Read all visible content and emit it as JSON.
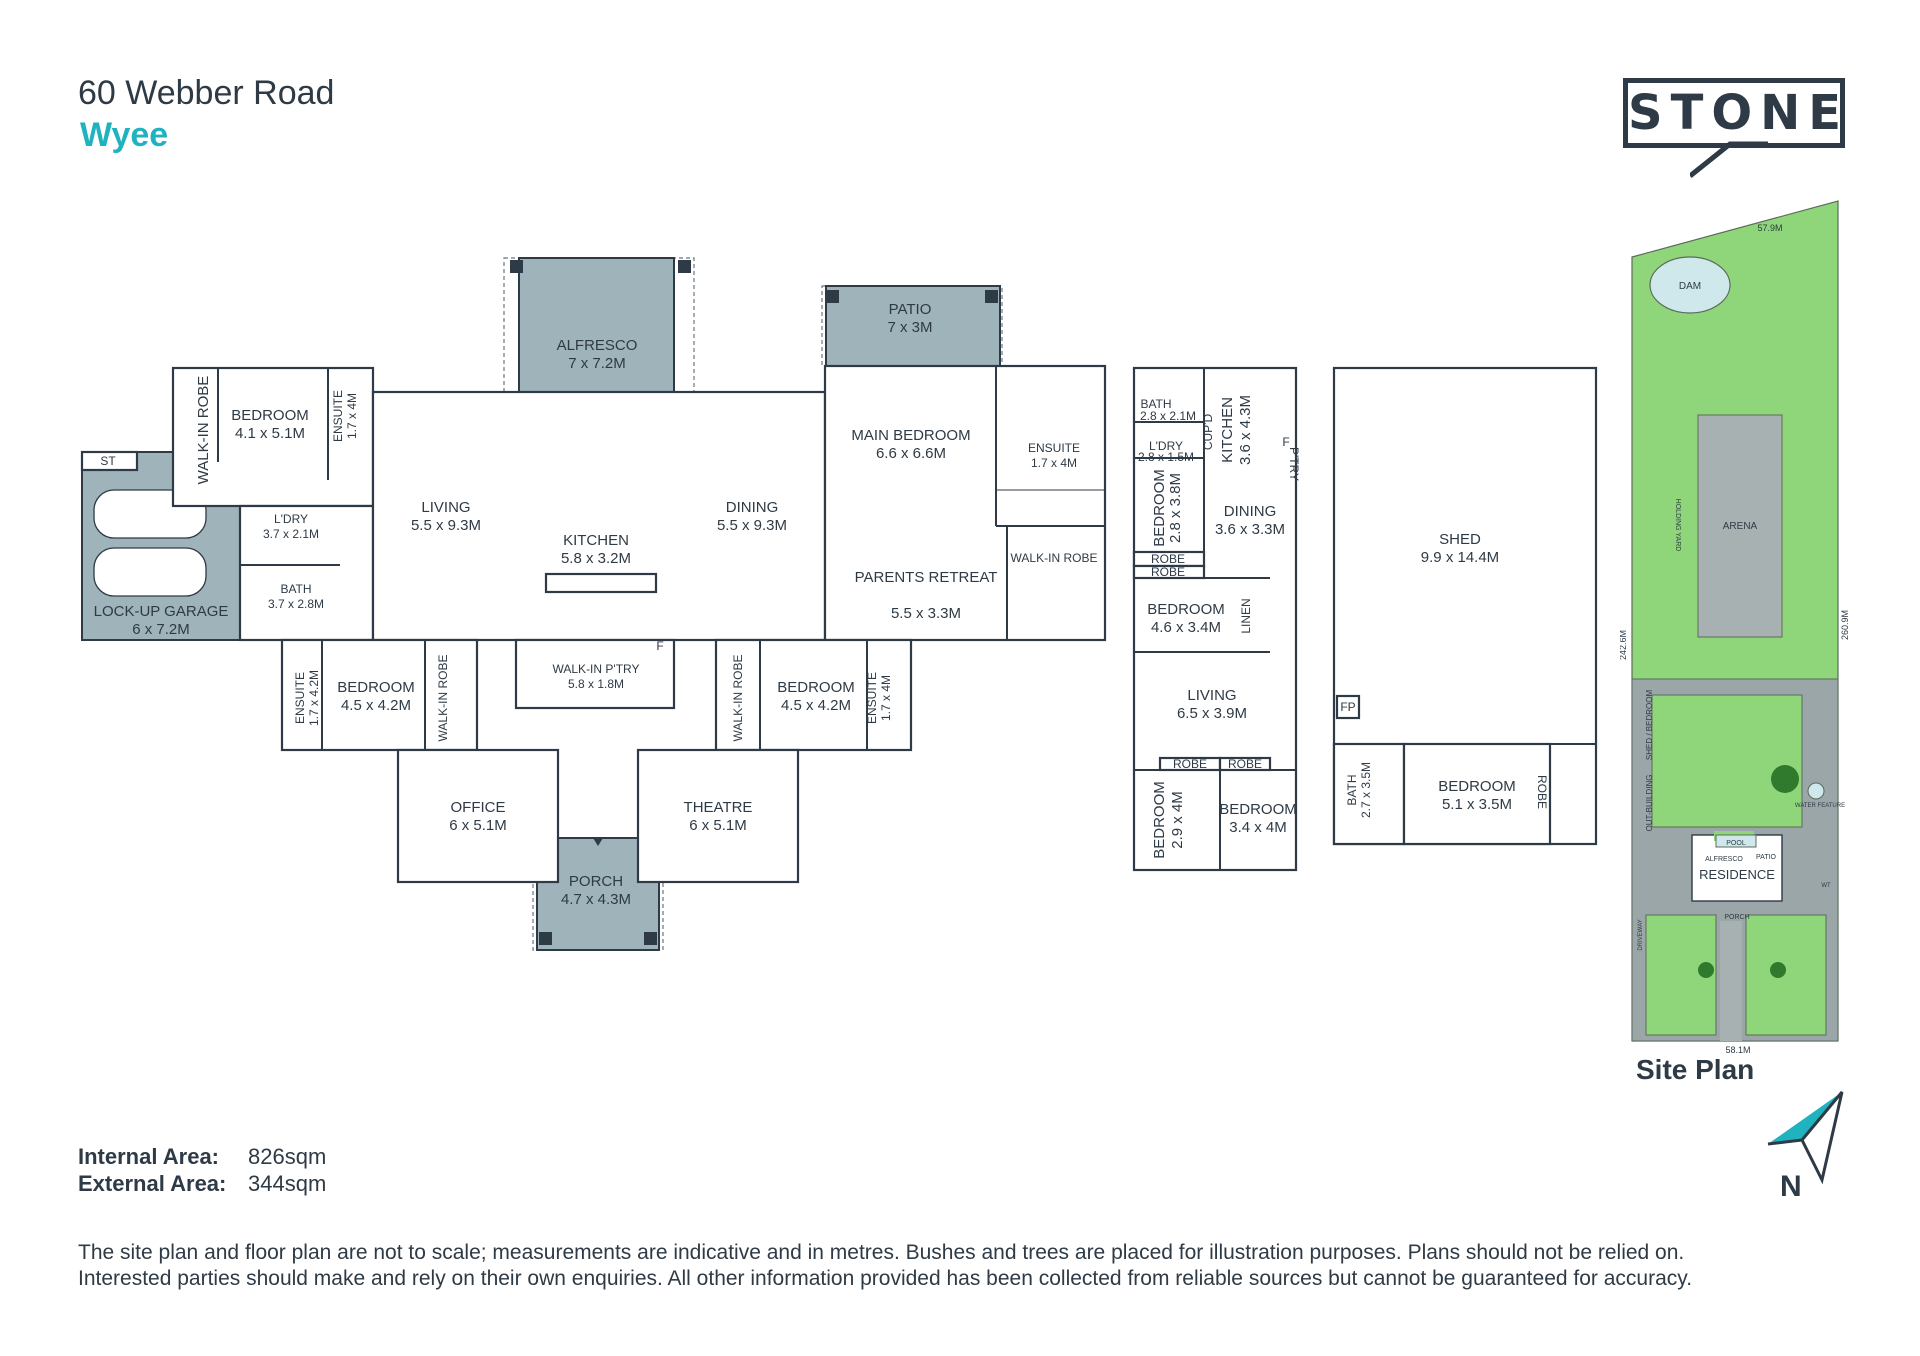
{
  "header": {
    "address": "60 Webber Road",
    "suburb": "Wyee"
  },
  "brand": {
    "logo_text": "STONE",
    "accent": "#1fb2bf",
    "ink": "#2e3a45"
  },
  "areas": [
    {
      "label": "Internal Area:",
      "value": "826sqm"
    },
    {
      "label": "External Area:",
      "value": "344sqm"
    }
  ],
  "disclaimer": {
    "line1": "The site plan and floor plan are not to scale; measurements are indicative and in metres. Bushes and trees are placed for illustration purposes. Plans should not be relied on.",
    "line2": "Interested parties should make and rely on their own enquiries. All other information provided has been collected from reliable sources but cannot be guaranteed for accuracy."
  },
  "site_plan": {
    "title": "Site Plan",
    "labels": {
      "dam": "DAM",
      "arena": "ARENA",
      "holding_yard": "HOLDING YARD",
      "shed_bedroom": "SHED / BEDROOM",
      "out_building": "OUT-BUILDING",
      "water_feature": "WATER FEATURE",
      "pool": "POOL",
      "alfresco": "ALFRESCO",
      "patio": "PATIO",
      "residence": "RESIDENCE",
      "porch": "PORCH",
      "driveway": "DRIVEWAY",
      "wt": "WT",
      "dim_top": "57.9M",
      "dim_left": "242.6M",
      "dim_right": "260.9M",
      "dim_bottom": "58.1M"
    }
  },
  "compass": {
    "letter": "N",
    "color": "#1fb2bf"
  },
  "main_house": {
    "rooms": {
      "walkin_robe_1": {
        "name": "WALK-IN ROBE"
      },
      "bedroom_1": {
        "name": "BEDROOM",
        "size": "4.1 x 5.1M"
      },
      "ensuite_1": {
        "name": "ENSUITE",
        "size": "1.7 x 4M"
      },
      "st": {
        "name": "ST"
      },
      "garage": {
        "name": "LOCK-UP GARAGE",
        "size": "6 x 7.2M"
      },
      "ldry": {
        "name": "L'DRY",
        "size": "3.7 x 2.1M"
      },
      "bath": {
        "name": "BATH",
        "size": "3.7 x 2.8M"
      },
      "living": {
        "name": "LIVING",
        "size": "5.5 x 9.3M"
      },
      "alfresco": {
        "name": "ALFRESCO",
        "size": "7 x 7.2M"
      },
      "kitchen": {
        "name": "KITCHEN",
        "size": "5.8 x 3.2M"
      },
      "dining": {
        "name": "DINING",
        "size": "5.5 x 9.3M"
      },
      "patio": {
        "name": "PATIO",
        "size": "7 x 3M"
      },
      "main_bedroom": {
        "name": "MAIN BEDROOM",
        "size": "6.6 x 6.6M"
      },
      "ensuite_main": {
        "name": "ENSUITE",
        "size": "1.7 x 4M"
      },
      "walkin_robe_main": {
        "name": "WALK-IN ROBE"
      },
      "parents_retreat": {
        "name": "PARENTS RETREAT",
        "size": "5.5 x 3.3M"
      },
      "ensuite_2": {
        "name": "ENSUITE",
        "size": "1.7 x 4.2M"
      },
      "bedroom_2": {
        "name": "BEDROOM",
        "size": "4.5 x 4.2M"
      },
      "walkin_robe_2": {
        "name": "WALK-IN ROBE"
      },
      "walkin_pantry": {
        "name": "WALK-IN P'TRY",
        "size": "5.8 x 1.8M"
      },
      "fridge": {
        "name": "F"
      },
      "walkin_robe_3": {
        "name": "WALK-IN ROBE"
      },
      "bedroom_3": {
        "name": "BEDROOM",
        "size": "4.5 x 4.2M"
      },
      "ensuite_3": {
        "name": "ENSUITE",
        "size": "1.7 x 4M"
      },
      "office": {
        "name": "OFFICE",
        "size": "6 x 5.1M"
      },
      "porch": {
        "name": "PORCH",
        "size": "4.7 x 4.3M"
      },
      "theatre": {
        "name": "THEATRE",
        "size": "6 x 5.1M"
      }
    }
  },
  "granny_flat": {
    "rooms": {
      "bath": {
        "name": "BATH",
        "size": "2.8 x 2.1M"
      },
      "ldry": {
        "name": "L'DRY",
        "size": "2.8 x 1.5M"
      },
      "cupd": {
        "name": "CUP'D"
      },
      "kitchen": {
        "name": "KITCHEN",
        "size": "3.6 x 4.3M"
      },
      "fridge": {
        "name": "F"
      },
      "ptry": {
        "name": "P'TRY"
      },
      "bedroom_a": {
        "name": "BEDROOM",
        "size": "2.8 x 3.8M"
      },
      "robe_1": {
        "name": "ROBE"
      },
      "robe_2": {
        "name": "ROBE"
      },
      "dining": {
        "name": "DINING",
        "size": "3.6 x 3.3M"
      },
      "bedroom_b": {
        "name": "BEDROOM",
        "size": "4.6 x 3.4M"
      },
      "linen": {
        "name": "LINEN"
      },
      "living": {
        "name": "LIVING",
        "size": "6.5 x 3.9M"
      },
      "robe_3": {
        "name": "ROBE"
      },
      "robe_4": {
        "name": "ROBE"
      },
      "bedroom_c": {
        "name": "BEDROOM",
        "size": "2.9 x 4M"
      },
      "bedroom_d": {
        "name": "BEDROOM",
        "size": "3.4 x 4M"
      }
    }
  },
  "shed": {
    "rooms": {
      "shed": {
        "name": "SHED",
        "size": "9.9 x 14.4M"
      },
      "fp": {
        "name": "FP"
      },
      "bath": {
        "name": "BATH",
        "size": "2.7 x 3.5M"
      },
      "bedroom": {
        "name": "BEDROOM",
        "size": "5.1 x 3.5M"
      },
      "robe": {
        "name": "ROBE"
      }
    }
  }
}
